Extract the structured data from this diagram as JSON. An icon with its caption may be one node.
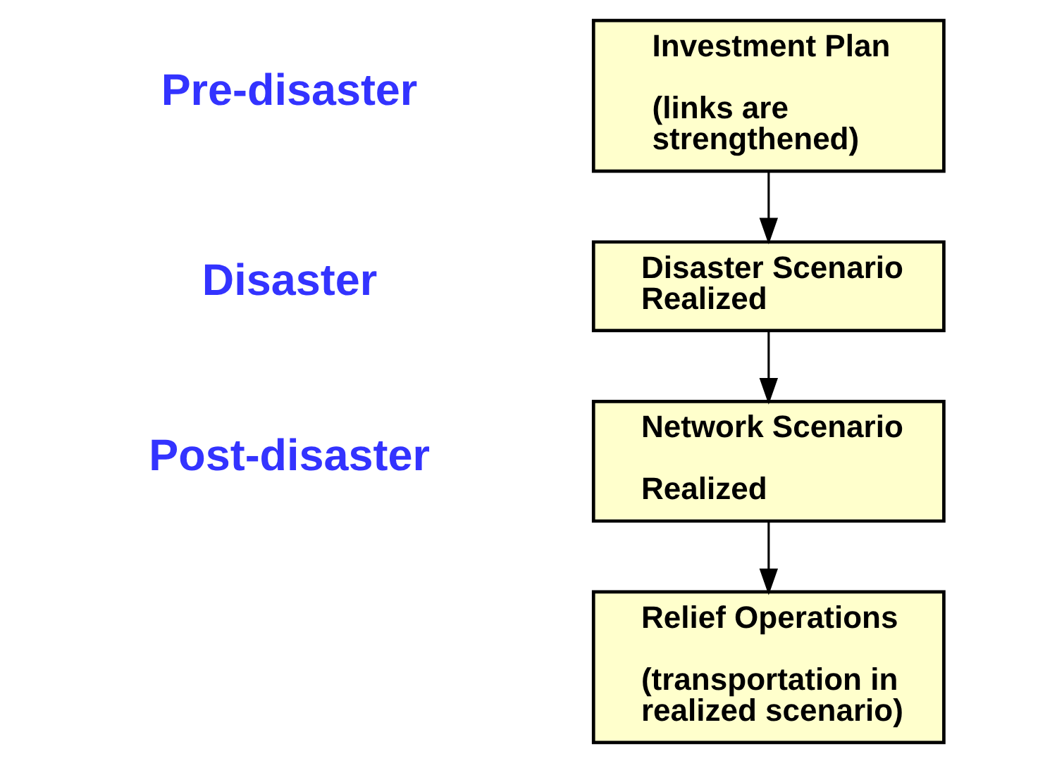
{
  "diagram": {
    "nodes": [
      {
        "text": [
          "Investment Plan",
          "(links are strengthened)"
        ]
      },
      {
        "text": [
          "Disaster Scenario Realized"
        ]
      },
      {
        "text": [
          "Network Scenario",
          "Realized"
        ]
      },
      {
        "text": [
          "Relief Operations",
          "(transportation in realized scenario)"
        ]
      }
    ],
    "edges": [
      {
        "from": 0,
        "to": 1,
        "arrow": "to"
      },
      {
        "from": 1,
        "to": 2,
        "arrow": "to"
      },
      {
        "from": 2,
        "to": 3,
        "arrow": "to"
      }
    ],
    "labels": [
      "Pre-disaster",
      "Disaster",
      "Post-disaster"
    ]
  }
}
